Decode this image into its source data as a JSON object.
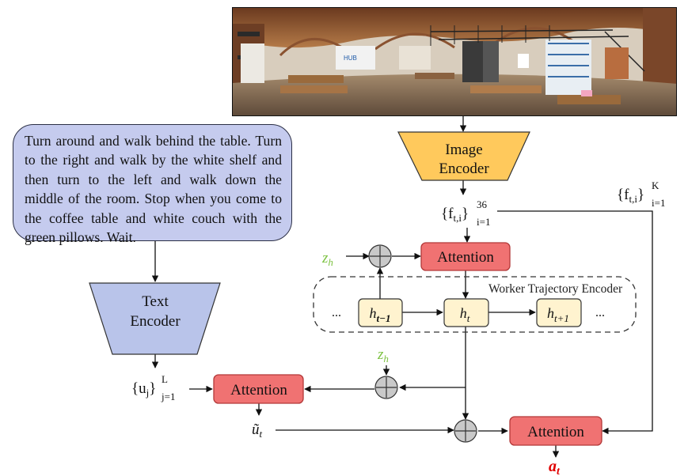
{
  "instruction_text": "Turn around and walk behind the table. Turn to the right and walk by the white shelf and then turn to the left and walk down the middle of the room. Stop when you come to the coffee table and white couch with the green pillows. Wait.",
  "panorama": {
    "sign_text": "HUB"
  },
  "image_encoder": {
    "line1": "Image",
    "line2": "Encoder"
  },
  "text_encoder": {
    "line1": "Text",
    "line2": "Encoder"
  },
  "features": {
    "f_36": {
      "base": "{f",
      "sub": "t,i",
      "close": "}",
      "sup": "36",
      "lower": "i=1"
    },
    "f_K": {
      "base": "{f",
      "sub": "t,i",
      "close": "}",
      "sup": "K",
      "lower": "i=1"
    },
    "u_L": {
      "base": "{u",
      "sub": "j",
      "close": "}",
      "sup": "L",
      "lower": "j=1"
    }
  },
  "z_h": {
    "base": "z",
    "sub": "h"
  },
  "attention_label": "Attention",
  "worker_trajectory_label": "Worker Trajectory Encoder",
  "hidden_states": {
    "h_prev": {
      "base": "h",
      "sub": "t−1"
    },
    "h_curr": {
      "base": "h",
      "sub": "t"
    },
    "h_next": {
      "base": "h",
      "sub": "t+1"
    }
  },
  "ellipsis": "...",
  "u_tilde": {
    "base": "ũ",
    "sub": "t"
  },
  "action": {
    "base": "a",
    "sub": "t"
  },
  "colors": {
    "attention_fill": "#f07272",
    "attention_stroke": "#b23838",
    "image_encoder_fill": "#ffc95c",
    "text_encoder_fill": "#b9c4ea",
    "hidden_fill": "#fff3cf",
    "instruction_fill": "#c5cbee",
    "z_color": "#7dc242",
    "action_color": "#e00000"
  }
}
